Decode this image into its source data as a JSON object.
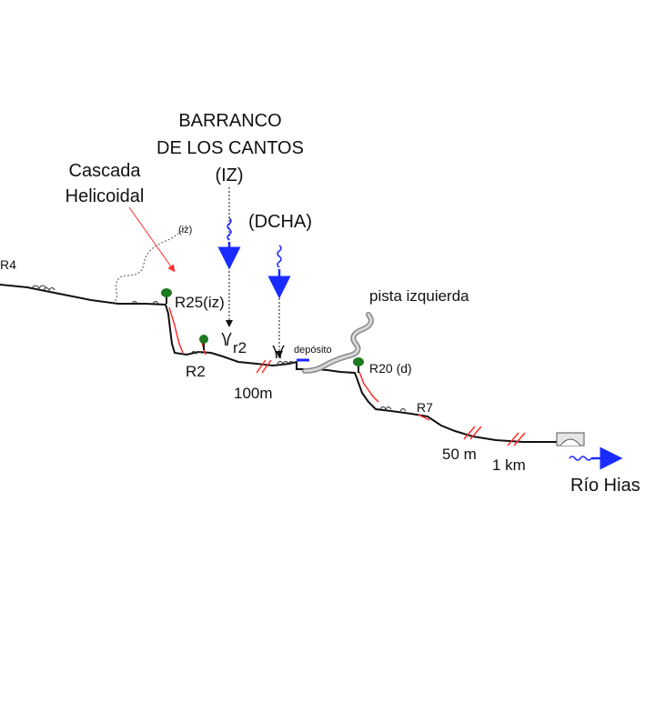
{
  "labels": {
    "barranco_line1": "BARRANCO",
    "barranco_line2": "DE LOS CANTOS",
    "barranco_line3": "(IZ)",
    "cascada_line1": "Cascada",
    "cascada_line2": "Helicoidal",
    "iz_small": "(iz)",
    "dcha": "(DCHA)",
    "r4": "R4",
    "r25": "R25(iz)",
    "r2_small": "r2",
    "r2": "R2",
    "pista": "pista izquierda",
    "deposito": "depósito",
    "r20": "R20 (d)",
    "dist_100m": "100m",
    "r7": "R7",
    "dist_50m": "50 m",
    "dist_1km": "1 km",
    "rio": "Río Hias"
  },
  "colors": {
    "profile": "#111111",
    "rope": "#ff2b2b",
    "water": "#1a2bff",
    "tree": "#1e7a1e",
    "track": "#9a9a9a"
  }
}
